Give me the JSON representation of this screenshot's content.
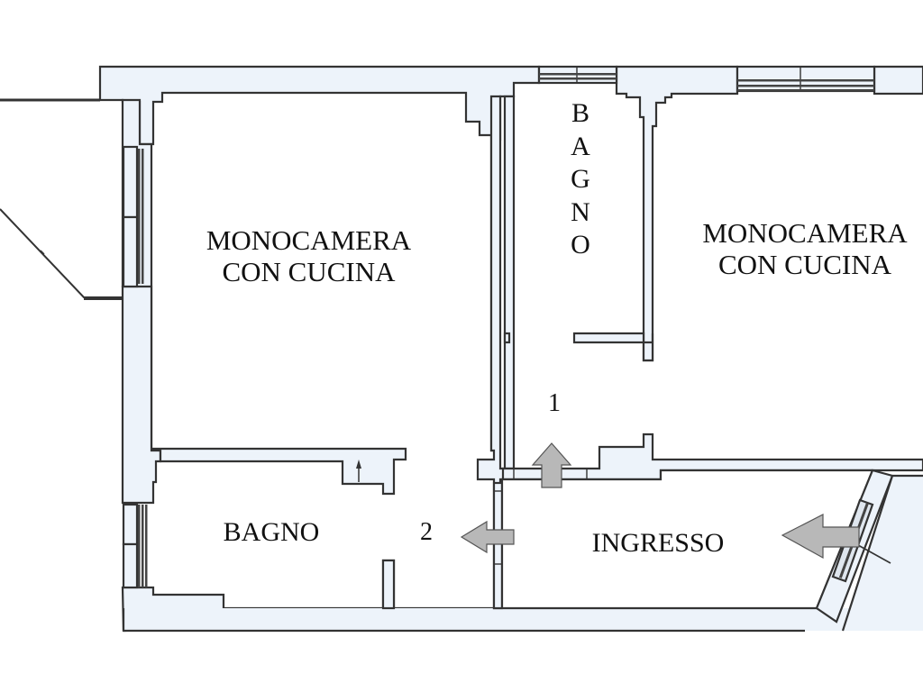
{
  "plan": {
    "type": "floor-plan",
    "colors": {
      "wall_fill": "#edf3fa",
      "wall_stroke": "#333333",
      "arrow_fill": "#b8b8b8",
      "background": "#ffffff"
    },
    "rooms": [
      {
        "id": "monocamera-left",
        "line1": "MONOCAMERA",
        "line2": "CON CUCINA"
      },
      {
        "id": "bagno-vertical",
        "letters": [
          "B",
          "A",
          "G",
          "N",
          "O"
        ]
      },
      {
        "id": "monocamera-right",
        "line1": "MONOCAMERA",
        "line2": "CON CUCINA"
      },
      {
        "id": "bagno-bottom",
        "label": "BAGNO"
      },
      {
        "id": "ingresso",
        "label": "INGRESSO"
      }
    ],
    "unit_numbers": {
      "unit1": "1",
      "unit2": "2"
    },
    "arrows": [
      {
        "id": "entrance-arrow",
        "direction": "left"
      },
      {
        "id": "unit1-arrow",
        "direction": "up"
      },
      {
        "id": "unit2-arrow",
        "direction": "left"
      }
    ]
  }
}
